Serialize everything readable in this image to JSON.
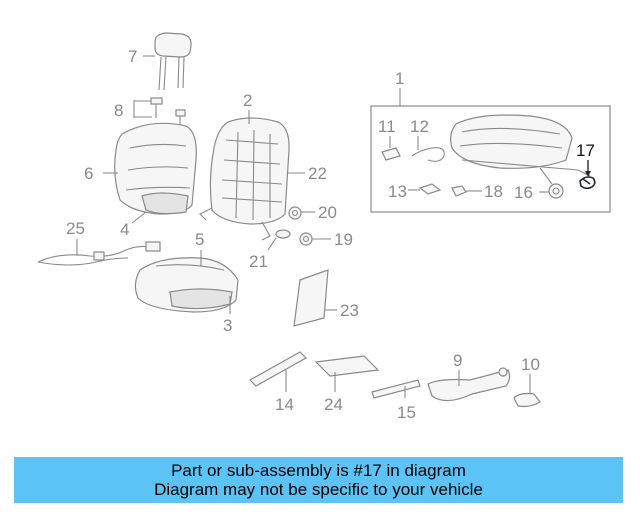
{
  "callouts": {
    "c1": "1",
    "c2": "2",
    "c3": "3",
    "c4": "4",
    "c5": "5",
    "c6": "6",
    "c7": "7",
    "c8": "8",
    "c9": "9",
    "c10": "10",
    "c11": "11",
    "c12": "12",
    "c13": "13",
    "c14": "14",
    "c15": "15",
    "c16": "16",
    "c17": "17",
    "c18": "18",
    "c19": "19",
    "c20": "20",
    "c21": "21",
    "c22": "22",
    "c23": "23",
    "c24": "24",
    "c25": "25"
  },
  "highlighted_part": "17",
  "colors": {
    "banner": "#5bc3f5",
    "line": "#8a8a8a",
    "highlight": "#1f2a36"
  },
  "banner": {
    "line1": "Part or sub-assembly is #17 in diagram",
    "line2": "Diagram may not be specific to your vehicle"
  }
}
